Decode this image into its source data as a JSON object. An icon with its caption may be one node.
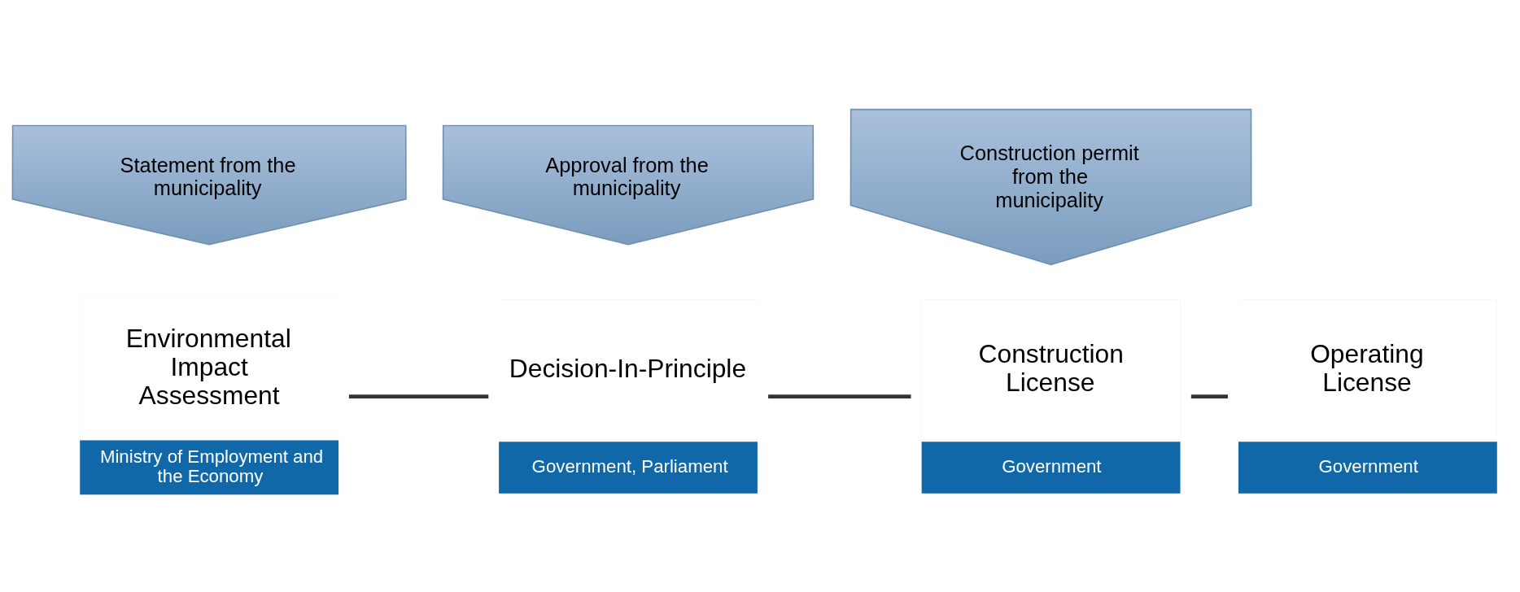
{
  "diagram": {
    "nodes": [
      {
        "text": [
          "Statement from the municipality"
        ]
      },
      {
        "text": [
          "Environmental Impact Assessment",
          "Ministry of Employment and the Economy"
        ]
      },
      {
        "text": [
          "Approval from the municipality"
        ]
      },
      {
        "text": [
          "Decision-In-Principle",
          "Government, Parliament"
        ]
      },
      {
        "text": [
          "Construction permit from the municipality"
        ]
      },
      {
        "text": [
          "Construction License",
          "Government"
        ]
      },
      {
        "text": [
          "Operating License",
          "Government"
        ]
      }
    ],
    "edges": [
      {
        "from": 1,
        "to": 3,
        "arrow": "none"
      },
      {
        "from": 3,
        "to": 5,
        "arrow": "none"
      },
      {
        "from": 5,
        "to": 6,
        "arrow": "none"
      }
    ]
  }
}
